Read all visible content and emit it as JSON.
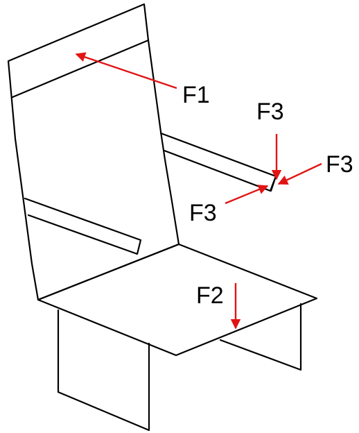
{
  "colors": {
    "outline": "#000000",
    "force_arrow": "#e11414",
    "background": "#ffffff"
  },
  "labels": {
    "f1": "F1",
    "f2": "F2",
    "f3_top": "F3",
    "f3_right": "F3",
    "f3_left": "F3"
  }
}
